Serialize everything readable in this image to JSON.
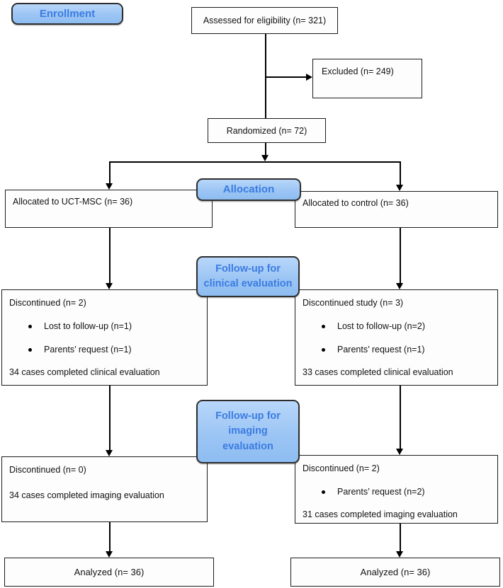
{
  "colors": {
    "pill_fill": "#9cc5f4",
    "pill_border": "#2e2e2e",
    "pill_text": "#3b7ce2",
    "box_border": "#1c1c1c",
    "box_text": "#111111"
  },
  "stage_labels": {
    "enrollment": "Enrollment",
    "allocation": "Allocation",
    "followup_clinical_line1": "Follow-up for",
    "followup_clinical_line2": "clinical evaluation",
    "followup_imaging_line1": "Follow-up for",
    "followup_imaging_line2": "imaging",
    "followup_imaging_line3": "evaluation"
  },
  "boxes": {
    "assessed": {
      "text": "Assessed for eligibility (n= 321)"
    },
    "excluded": {
      "text": "Excluded (n= 249)"
    },
    "randomized": {
      "text": "Randomized (n= 72)"
    },
    "allocated_left": {
      "text": "Allocated to UCT-MSC (n= 36)"
    },
    "allocated_right": {
      "text": "Allocated to control (n= 36)"
    },
    "clinical_left": {
      "title": "Discontinued (n= 2)",
      "bullets": [
        "Lost to follow-up (n=1)",
        "Parents’ request (n=1)"
      ],
      "footer": "34 cases completed clinical evaluation"
    },
    "clinical_right": {
      "title": "Discontinued study (n= 3)",
      "bullets": [
        "Lost to follow-up (n=2)",
        "Parents’ request (n=1)"
      ],
      "footer": "33 cases completed clinical evaluation"
    },
    "imaging_left": {
      "title": "Discontinued (n= 0)",
      "footer": "34 cases completed imaging evaluation"
    },
    "imaging_right": {
      "title": "Discontinued (n= 2)",
      "bullets": [
        "Parents’ request (n=2)"
      ],
      "footer": "31 cases completed imaging evaluation"
    },
    "analyzed_left": {
      "text": "Analyzed (n= 36)"
    },
    "analyzed_right": {
      "text": "Analyzed (n= 36)"
    }
  }
}
